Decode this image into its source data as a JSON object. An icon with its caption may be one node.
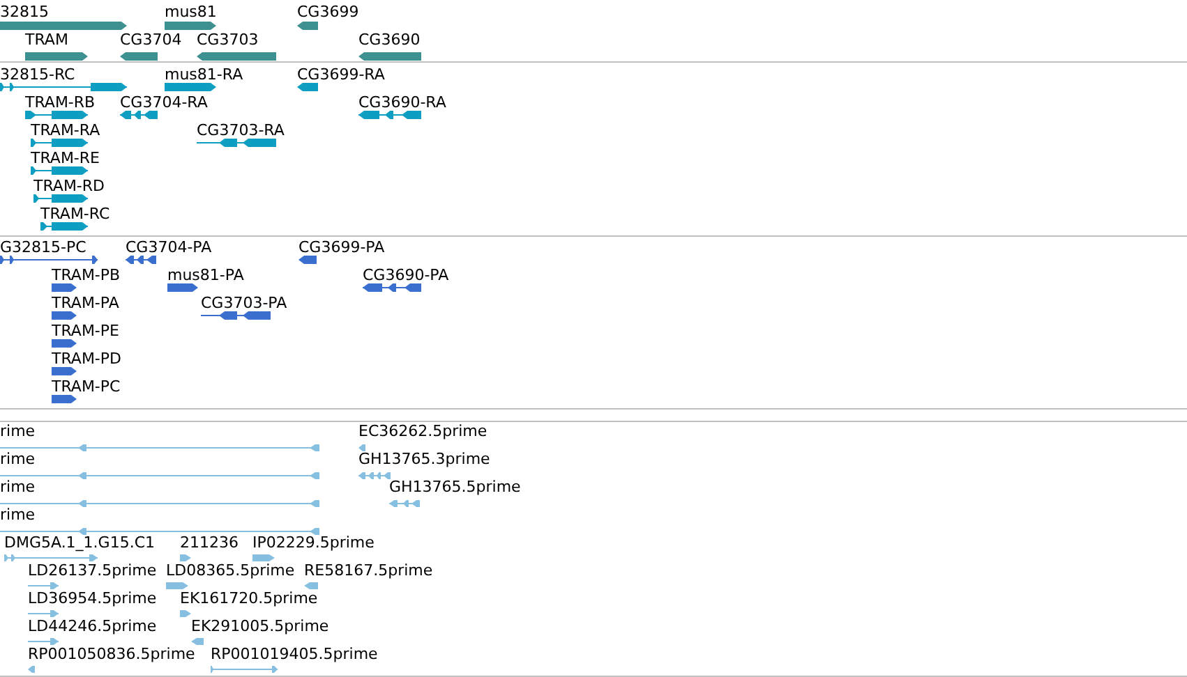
{
  "diagram": {
    "labels": [
      "32815",
      "mus81",
      "CG3699",
      "TRAM",
      "CG3704",
      "CG3703",
      "CG3690",
      "32815-RC",
      "mus81-RA",
      "CG3699-RA",
      "TRAM-RB",
      "CG3704-RA",
      "CG3690-RA",
      "TRAM-RA",
      "CG3703-RA",
      "TRAM-RE",
      "TRAM-RD",
      "TRAM-RC",
      "G32815-PC",
      "CG3704-PA",
      "CG3699-PA",
      "TRAM-PB",
      "mus81-PA",
      "CG3690-PA",
      "TRAM-PA",
      "CG3703-PA",
      "TRAM-PE",
      "TRAM-PD",
      "TRAM-PC",
      "rime",
      "EC36262.5prime",
      "rime",
      "GH13765.3prime",
      "rime",
      "GH13765.5prime",
      "rime",
      "DMG5A.1_1.G15.C1",
      "211236",
      "IP02229.5prime",
      "LD26137.5prime",
      "LD08365.5prime",
      "RE58167.5prime",
      "LD36954.5prime",
      "EK161720.5prime",
      "LD44246.5prime",
      "EK291005.5prime",
      "RP001050836.5prime",
      "RP001019405.5prime"
    ]
  }
}
